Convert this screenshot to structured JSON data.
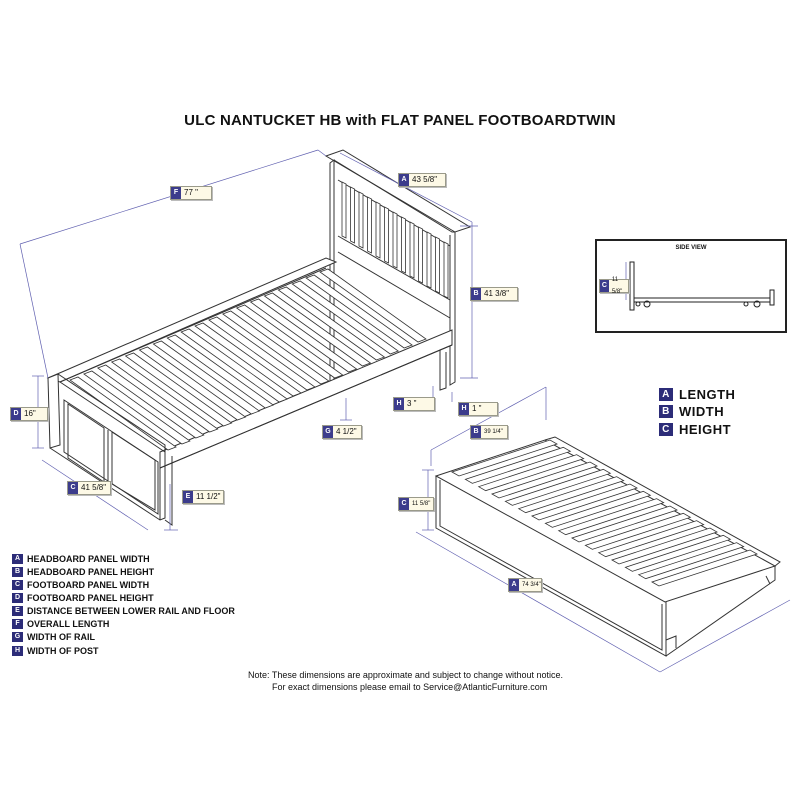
{
  "title": "ULC NANTUCKET HB with FLAT PANEL FOOTBOARDTWIN",
  "side_view_label": "SIDE VIEW",
  "dimensions": [
    {
      "letter": "A",
      "value": "43 5/8\""
    },
    {
      "letter": "B",
      "value": "41 3/8\""
    },
    {
      "letter": "C",
      "value": "41 5/8\""
    },
    {
      "letter": "D",
      "value": "16\""
    },
    {
      "letter": "E",
      "value": "11 1/2\""
    },
    {
      "letter": "F",
      "value": "77 \""
    },
    {
      "letter": "G",
      "value": "4 1/2\""
    },
    {
      "letter": "H",
      "value": "3 \""
    },
    {
      "letter": "H",
      "value": "1 \""
    },
    {
      "letter": "B",
      "value": "39 1/4\""
    },
    {
      "letter": "C",
      "value": "11 5/8\""
    },
    {
      "letter": "A",
      "value": "74 3/4\""
    },
    {
      "letter": "C",
      "value": "11 5/8\""
    }
  ],
  "legend": [
    {
      "letter": "A",
      "label": "HEADBOARD PANEL WIDTH"
    },
    {
      "letter": "B",
      "label": "HEADBOARD PANEL HEIGHT"
    },
    {
      "letter": "C",
      "label": "FOOTBOARD PANEL WIDTH"
    },
    {
      "letter": "D",
      "label": "FOOTBOARD PANEL HEIGHT"
    },
    {
      "letter": "E",
      "label": "DISTANCE BETWEEN LOWER RAIL AND FLOOR"
    },
    {
      "letter": "F",
      "label": "OVERALL LENGTH"
    },
    {
      "letter": "G",
      "label": "WIDTH OF RAIL"
    },
    {
      "letter": "H",
      "label": "WIDTH OF POST"
    }
  ],
  "key": [
    {
      "letter": "A",
      "label": "LENGTH"
    },
    {
      "letter": "B",
      "label": "WIDTH"
    },
    {
      "letter": "C",
      "label": "HEIGHT"
    }
  ],
  "note": {
    "line1": "Note:  These dimensions are approximate and subject to change without notice.",
    "line2": "For exact dimensions please email to Service@AtlanticFurniture.com"
  },
  "colors": {
    "letter_badge": "#2c2c78",
    "tag_fill": "#fdf9e6",
    "dimension_line": "#6060b0",
    "drawing": "#333333"
  }
}
